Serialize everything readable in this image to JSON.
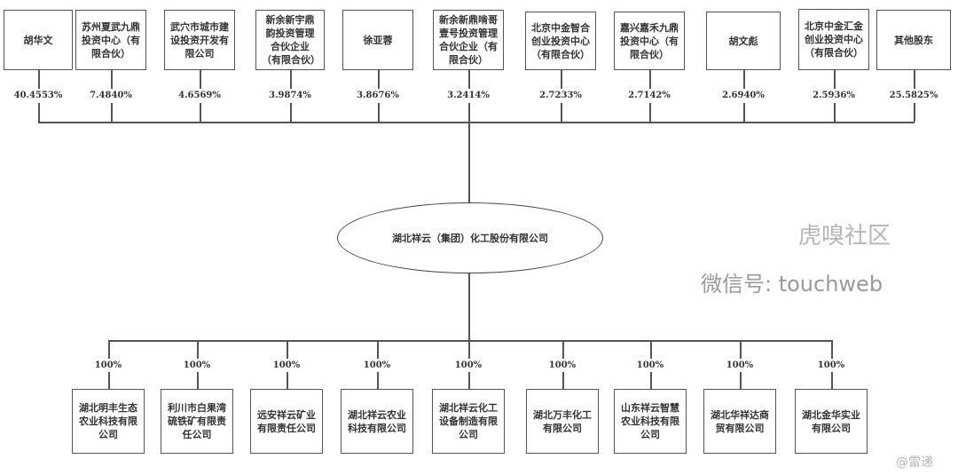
{
  "shareholders": [
    {
      "name": "胡华文",
      "pct": "40.4553%"
    },
    {
      "name": "苏州夏武九鼎投资中心（有限合伙）",
      "pct": "7.4840%"
    },
    {
      "name": "武穴市城市建设投资开发有限公司",
      "pct": "4.6569%"
    },
    {
      "name": "新余新宇鼎韵投资管理合伙企业（有限合伙）",
      "pct": "3.9874%"
    },
    {
      "name": "徐亚蓉",
      "pct": "3.8676%"
    },
    {
      "name": "新余新鼎啃哥壹号投资管理合伙企业（有限合伙）",
      "pct": "3.2414%"
    },
    {
      "name": "北京中金智合创业投资中心（有限合伙）",
      "pct": "2.7233%"
    },
    {
      "name": "嘉兴嘉禾九鼎投资中心（有限合伙）",
      "pct": "2.7142%"
    },
    {
      "name": "胡文彪",
      "pct": "2.6940%"
    },
    {
      "name": "北京中金汇金创业投资中心（有限合伙）",
      "pct": "2.5936%"
    },
    {
      "name": "其他股东",
      "pct": "25.5825%"
    }
  ],
  "company": "湖北祥云（集团）化工股份有限公司",
  "subsidiaries": [
    {
      "name": "湖北明丰生态农业科技有限公司",
      "pct": "100%"
    },
    {
      "name": "利川市白果湾硫铁矿有限责任公司",
      "pct": "100%"
    },
    {
      "name": "远安祥云矿业有限责任公司",
      "pct": "100%"
    },
    {
      "name": "湖北祥云农业科技有限公司",
      "pct": "100%"
    },
    {
      "name": "湖北祥云化工设备制造有限公司",
      "pct": "100%"
    },
    {
      "name": "湖北万丰化工有限公司",
      "pct": "100%"
    },
    {
      "name": "山东祥云智慧农业科技有限公司",
      "pct": "100%"
    },
    {
      "name": "湖北华祥达商贸有限公司",
      "pct": "100%"
    },
    {
      "name": "湖北金华实业有限公司",
      "pct": "100%"
    }
  ],
  "watermark": {
    "community": "虎嗅社区",
    "wechat": "微信号: touchweb",
    "author": "@雷递"
  }
}
